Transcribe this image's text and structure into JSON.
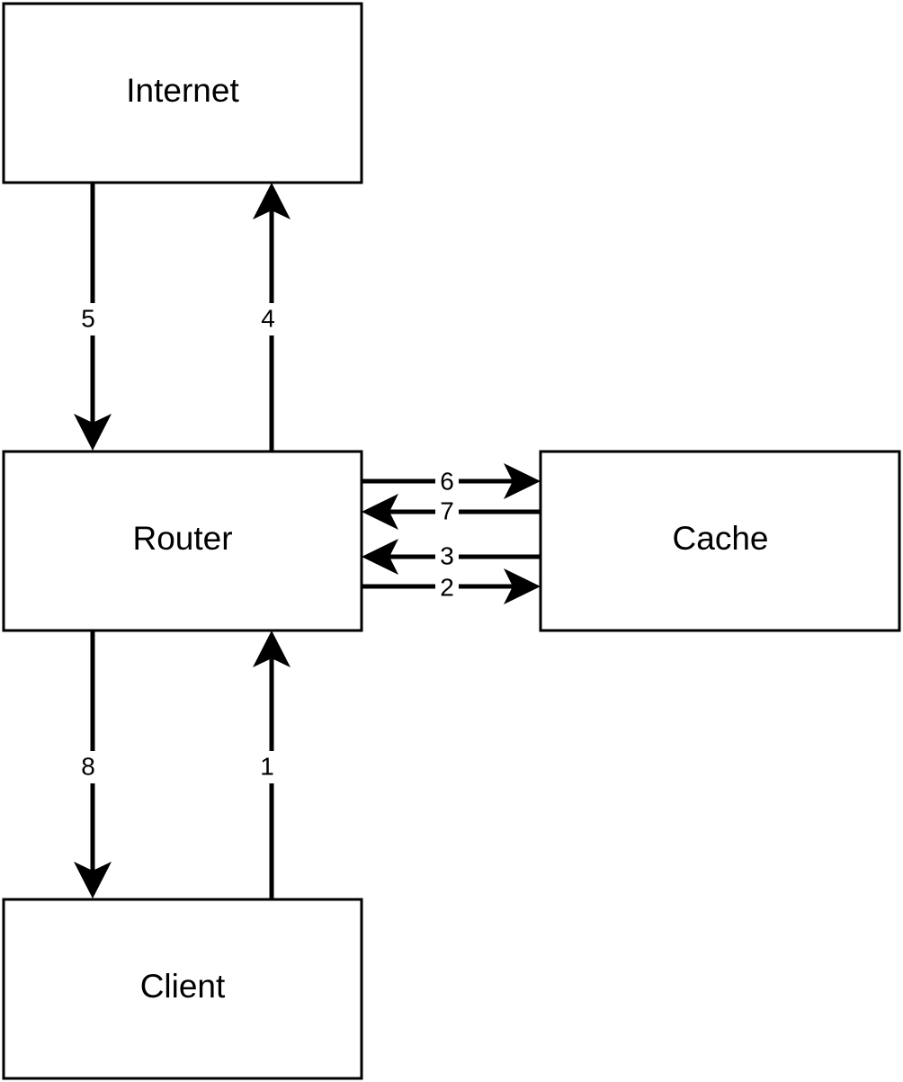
{
  "nodes": {
    "internet": "Internet",
    "router": "Router",
    "cache": "Cache",
    "client": "Client"
  },
  "edges": {
    "e1": "1",
    "e2": "2",
    "e3": "3",
    "e4": "4",
    "e5": "5",
    "e6": "6",
    "e7": "7",
    "e8": "8"
  },
  "colors": {
    "stroke": "#000000",
    "fill": "#ffffff"
  }
}
